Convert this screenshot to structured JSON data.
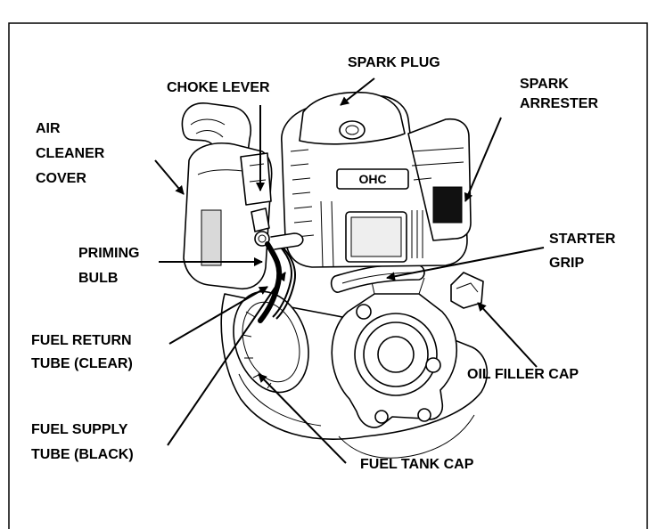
{
  "diagram": {
    "labels": {
      "choke_lever": "CHOKE LEVER",
      "spark_plug": "SPARK PLUG",
      "spark_arrester": [
        "SPARK",
        "ARRESTER"
      ],
      "air_cleaner_cover": [
        "AIR",
        "CLEANER",
        "COVER"
      ],
      "priming_bulb": [
        "PRIMING",
        "BULB"
      ],
      "starter_grip": [
        "STARTER",
        "GRIP"
      ],
      "fuel_return_tube": [
        "FUEL RETURN",
        "TUBE (CLEAR)"
      ],
      "oil_filler_cap": "OIL FILLER CAP",
      "fuel_supply_tube": [
        "FUEL SUPPLY",
        "TUBE (BLACK)"
      ],
      "fuel_tank_cap": "FUEL TANK CAP"
    },
    "logo": "OHC"
  }
}
